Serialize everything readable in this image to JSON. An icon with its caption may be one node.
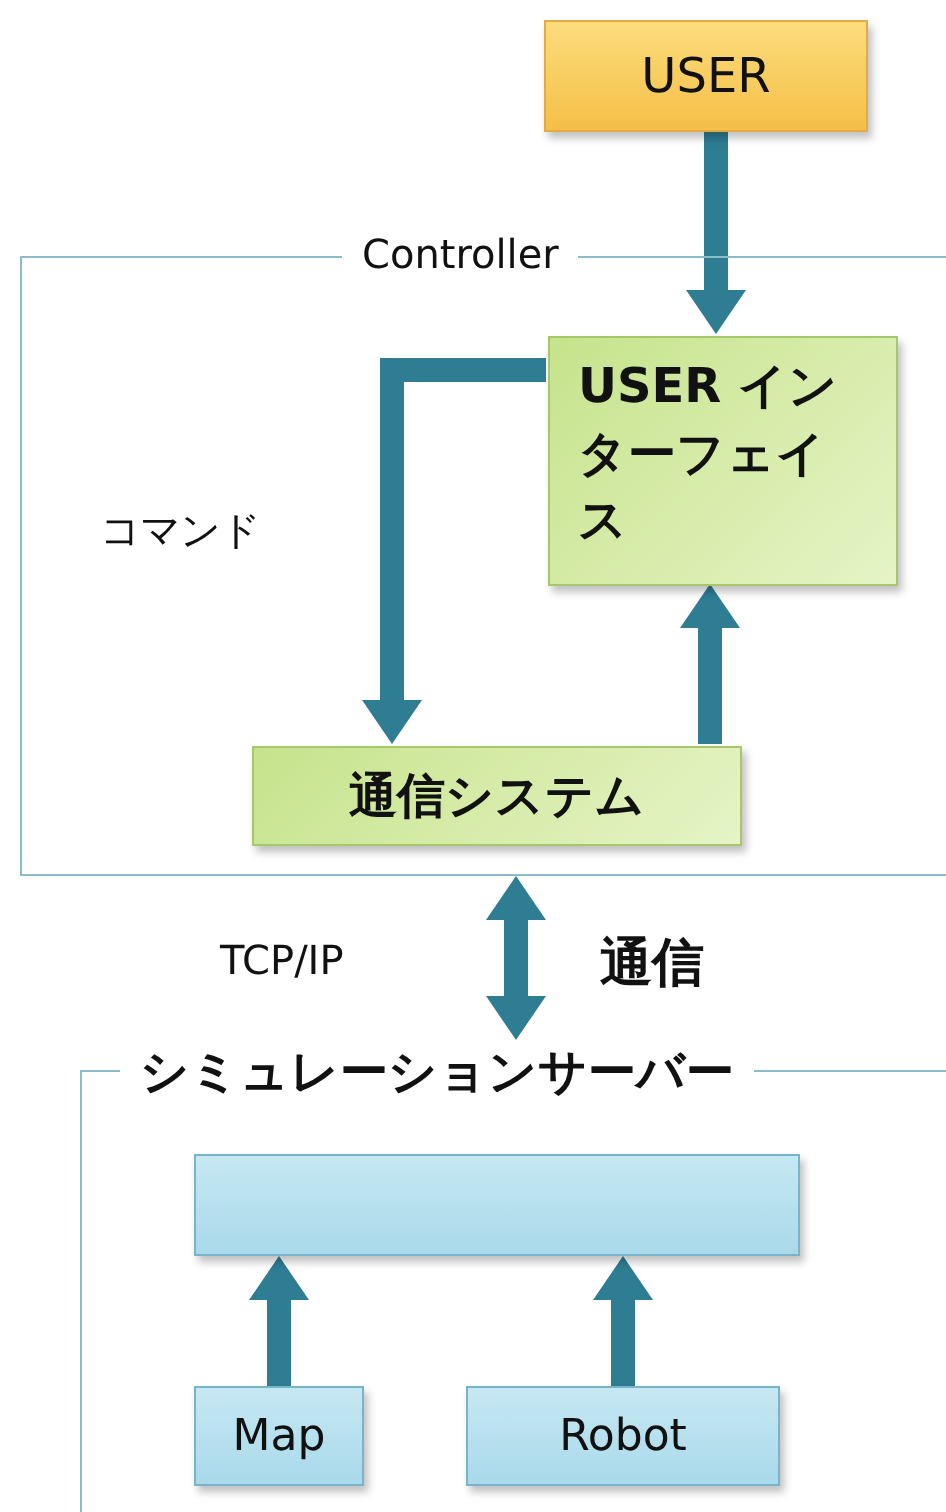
{
  "diagram": {
    "nodes": [
      {
        "text": [
          "USER"
        ]
      },
      {
        "text": [
          "Controller"
        ]
      },
      {
        "text": [
          "USER インターフェイス"
        ],
        "in": 1
      },
      {
        "text": [
          "通信システム"
        ],
        "in": 1
      },
      {
        "text": [
          "シミュレーションサーバー"
        ]
      },
      {
        "text": [],
        "shape": "box",
        "in": 4
      },
      {
        "text": [
          "Map"
        ],
        "in": 4
      },
      {
        "text": [
          "Robot"
        ],
        "in": 4
      }
    ],
    "edges": [
      {
        "from": 0,
        "to": 2,
        "arrow": "to"
      },
      {
        "from": 2,
        "to": 3,
        "arrow": "to",
        "label": "コマンド"
      },
      {
        "from": 3,
        "to": 2,
        "arrow": "to"
      },
      {
        "from": 1,
        "to": 4,
        "arrow": "both",
        "label": "TCP/IP"
      },
      {
        "from": 6,
        "to": 5,
        "arrow": "to"
      },
      {
        "from": 7,
        "to": 5,
        "arrow": "to"
      }
    ],
    "labels": [
      "通信"
    ]
  }
}
